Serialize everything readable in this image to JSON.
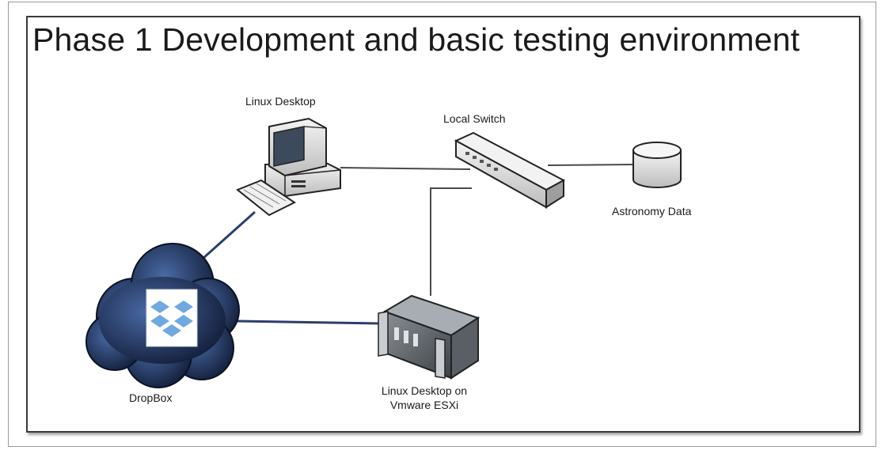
{
  "title": "Phase 1 Development and basic testing environment",
  "nodes": {
    "linux_desktop": "Linux Desktop",
    "local_switch": "Local Switch",
    "astronomy_data": "Astronomy Data",
    "dropbox": "DropBox",
    "esxi_line1": "Linux Desktop on",
    "esxi_line2": "Vmware ESXi"
  },
  "icons": {
    "desktop": "desktop-computer-icon",
    "switch": "network-switch-icon",
    "database": "database-icon",
    "cloud": "cloud-icon",
    "dropbox": "dropbox-logo-icon",
    "server": "rack-server-icon"
  },
  "colors": {
    "local_link": "#4a4a4a",
    "cloud_link": "#2b3f6b",
    "cloud_fill": "#1d2c4f"
  }
}
